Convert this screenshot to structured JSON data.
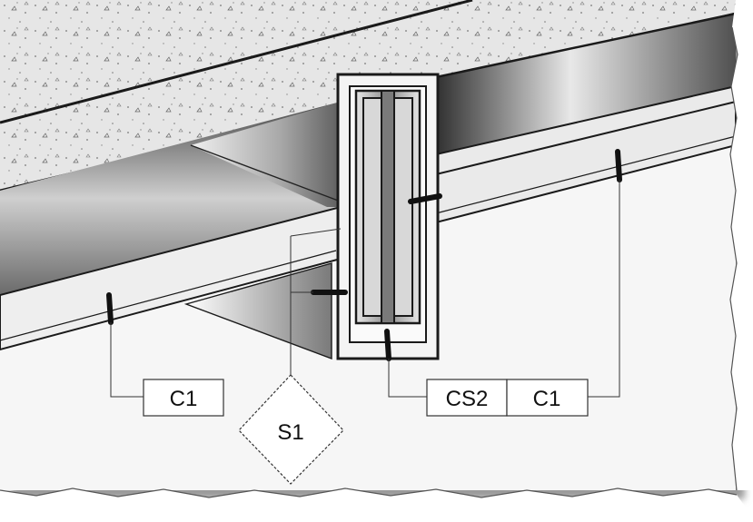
{
  "colors": {
    "background": "#ffffff",
    "line": "#1a1a1a",
    "concrete": "#e4e4e4",
    "ceiling": "#f2f2f2",
    "shadow": "#9a9a9a"
  },
  "tags": [
    {
      "id": "c1-left",
      "label": "C1",
      "shape": "rectangle"
    },
    {
      "id": "s1",
      "label": "S1",
      "shape": "diamond"
    },
    {
      "id": "cs2",
      "label": "CS2",
      "shape": "rectangle"
    },
    {
      "id": "c1-right",
      "label": "C1",
      "shape": "rectangle"
    }
  ]
}
